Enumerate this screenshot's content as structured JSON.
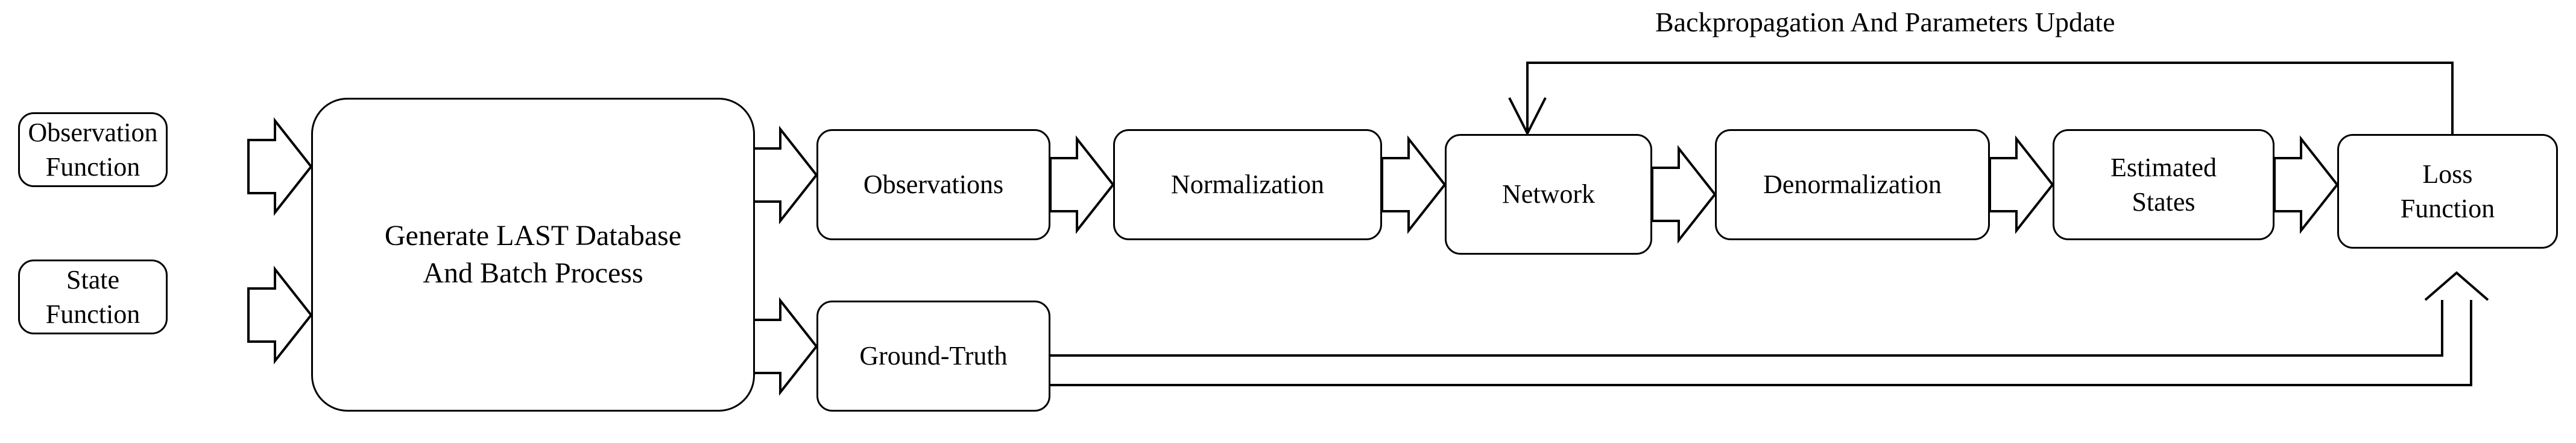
{
  "diagram": {
    "title_annotation": "Backpropagation And Parameters Update",
    "stroke_color": "#000000",
    "fill_color": "#ffffff",
    "background": "#ffffff",
    "nodes": [
      {
        "id": "observation-function",
        "label": "Observation\nFunction"
      },
      {
        "id": "state-function",
        "label": "State\nFunction"
      },
      {
        "id": "generate-last-database",
        "label": "Generate LAST Database\nAnd Batch Process"
      },
      {
        "id": "observations",
        "label": "Observations"
      },
      {
        "id": "ground-truth",
        "label": "Ground-Truth"
      },
      {
        "id": "normalization",
        "label": "Normalization"
      },
      {
        "id": "network",
        "label": "Network"
      },
      {
        "id": "denormalization",
        "label": "Denormalization"
      },
      {
        "id": "estimated-states",
        "label": "Estimated\nStates"
      },
      {
        "id": "loss-function",
        "label": "Loss\nFunction"
      }
    ],
    "edges": [
      {
        "from": "observation-function",
        "to": "generate-last-database",
        "style": "block-arrow"
      },
      {
        "from": "state-function",
        "to": "generate-last-database",
        "style": "block-arrow"
      },
      {
        "from": "generate-last-database",
        "to": "observations",
        "style": "block-arrow"
      },
      {
        "from": "generate-last-database",
        "to": "ground-truth",
        "style": "block-arrow"
      },
      {
        "from": "observations",
        "to": "normalization",
        "style": "block-arrow"
      },
      {
        "from": "normalization",
        "to": "network",
        "style": "block-arrow"
      },
      {
        "from": "network",
        "to": "denormalization",
        "style": "block-arrow"
      },
      {
        "from": "denormalization",
        "to": "estimated-states",
        "style": "block-arrow"
      },
      {
        "from": "estimated-states",
        "to": "loss-function",
        "style": "block-arrow"
      },
      {
        "from": "ground-truth",
        "to": "loss-function",
        "style": "block-arrow-up"
      },
      {
        "from": "loss-function",
        "to": "network",
        "style": "line-arrow",
        "label": "Backpropagation And Parameters Update"
      }
    ]
  }
}
